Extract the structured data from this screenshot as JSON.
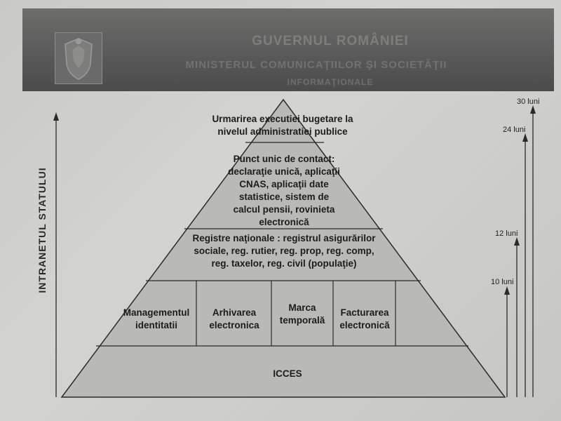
{
  "banner": {
    "title": "GUVERNUL ROMÂNIEI",
    "subtitle": "MINISTERUL COMUNICAŢIILOR ŞI SOCIETĂŢII",
    "subsubtitle": "INFORMAŢIONALE"
  },
  "side_label": "INTRANETUL STATULUI",
  "pyramid": {
    "level_top": "Urmarirea executiei bugetare la\nnivelul administratiei publice",
    "level_contact": "Punct unic de contact:\ndeclaraţie unică, aplicaţii\nCNAS, aplicaţii date\nstatistice, sistem de\ncalcul pensii, rovinieta\nelectronică",
    "level_registries": "Registre naţionale : registrul asigurărilor\nsociale, reg. rutier, reg. prop, reg. comp,\nreg. taxelor, reg. civil (populaţie)",
    "services": [
      "Managementul\nidentitatii",
      "Arhivarea\nelectronica",
      "Marca\ntemporală",
      "Facturarea\nelectronică"
    ],
    "base": "ICCES"
  },
  "timeline": [
    {
      "label": "30 luni"
    },
    {
      "label": "24 luni"
    },
    {
      "label": "12 luni"
    },
    {
      "label": "10 luni"
    }
  ]
}
